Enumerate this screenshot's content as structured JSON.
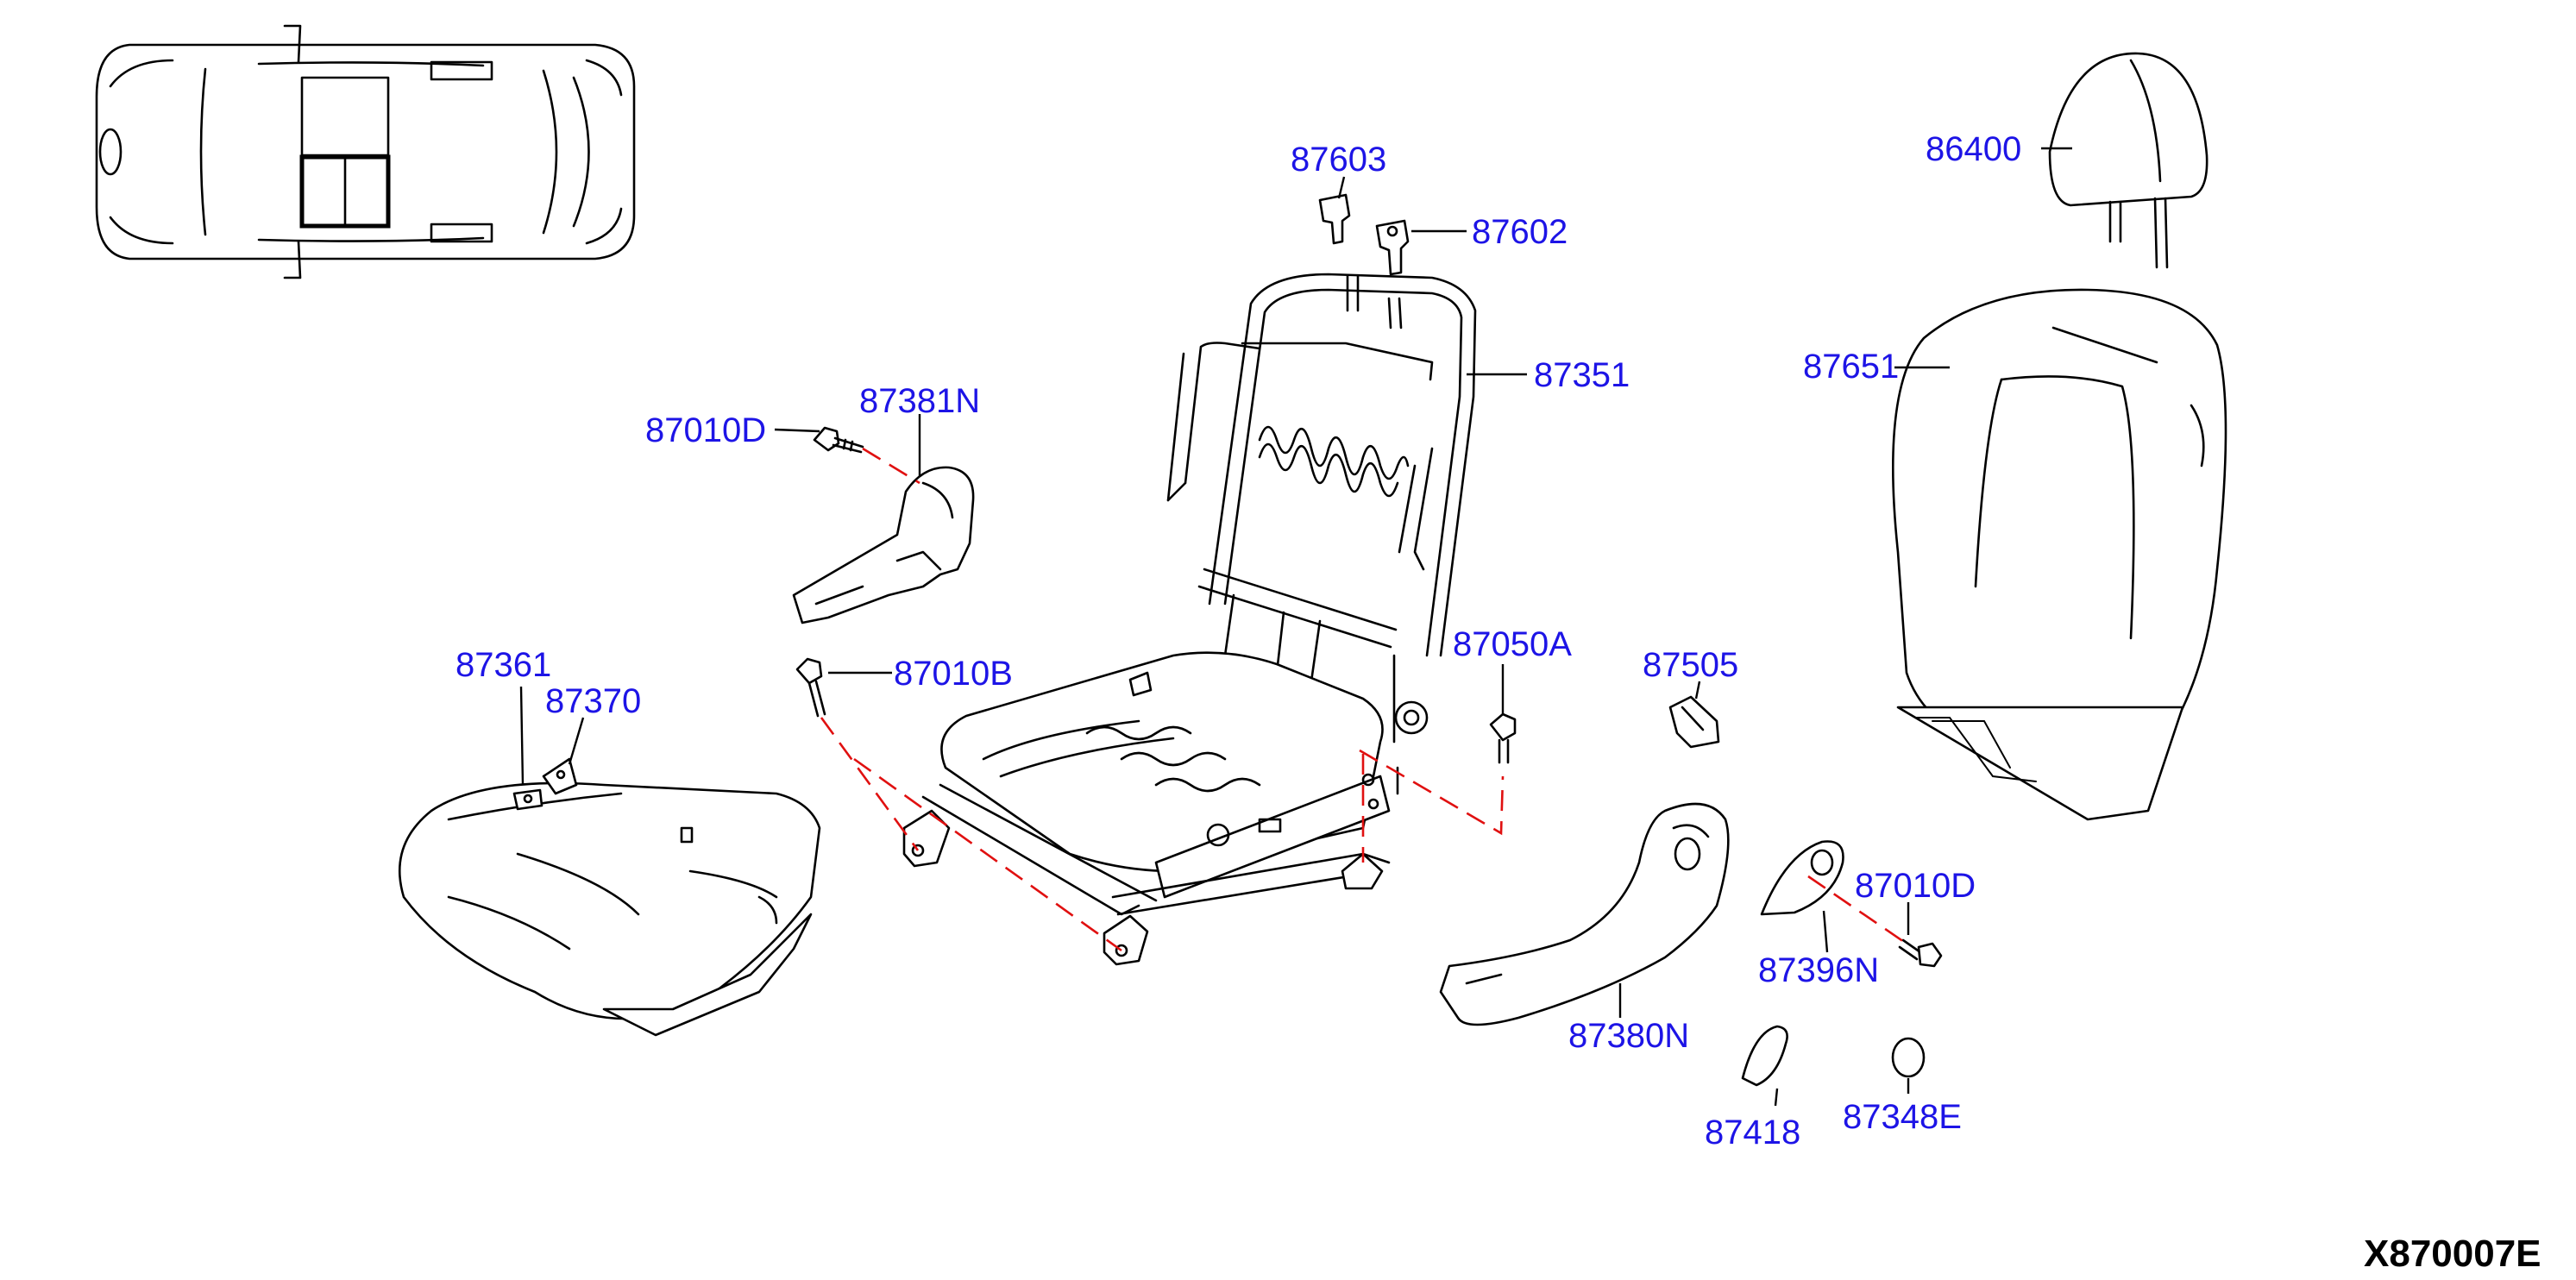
{
  "diagram": {
    "ref_code": "X870007E",
    "colors": {
      "label": "#1d14e6",
      "guide_line": "#e01010",
      "outline": "#000000"
    },
    "labels": {
      "p87603": "87603",
      "p87602": "87602",
      "p86400": "86400",
      "p87351": "87351",
      "p87651": "87651",
      "p87381N": "87381N",
      "p87010D_top": "87010D",
      "p87361": "87361",
      "p87370": "87370",
      "p87010B": "87010B",
      "p87050A": "87050A",
      "p87505": "87505",
      "p87010D_right": "87010D",
      "p87396N": "87396N",
      "p87380N": "87380N",
      "p87418": "87418",
      "p87348E": "87348E"
    }
  }
}
